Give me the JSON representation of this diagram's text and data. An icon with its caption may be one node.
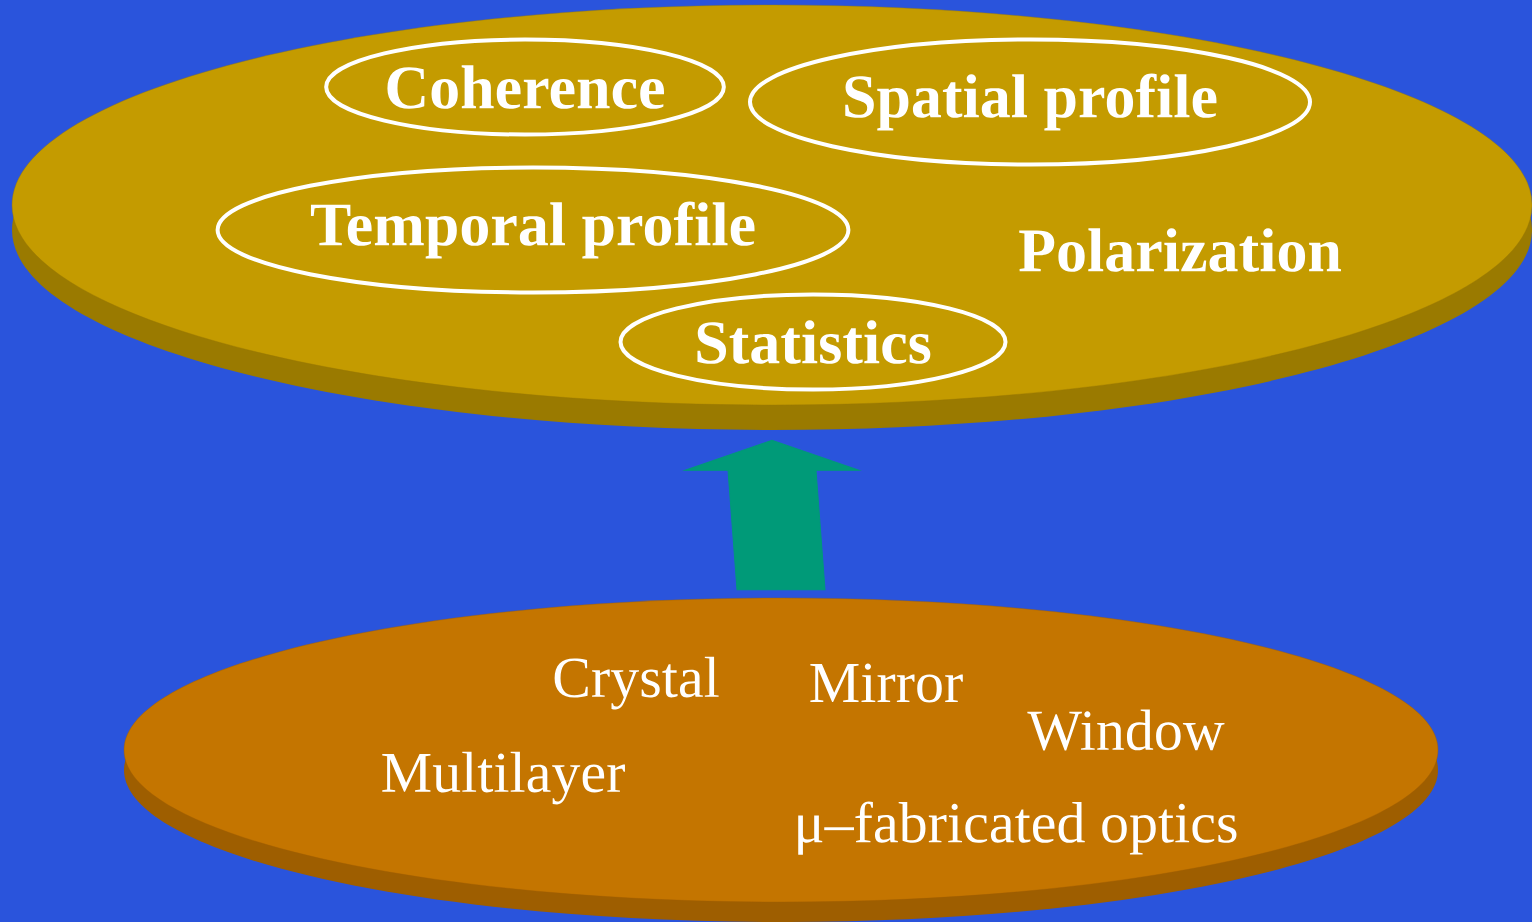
{
  "diagram": {
    "nodes": [
      {
        "text": [
          "Polarization"
        ]
      },
      {
        "text": [
          "Coherence"
        ],
        "in": 0
      },
      {
        "text": [
          "Spatial profile"
        ],
        "in": 0
      },
      {
        "text": [
          "Temporal profile"
        ],
        "in": 0
      },
      {
        "text": [
          "Statistics"
        ],
        "in": 0
      },
      {
        "text": [
          "Crystal",
          "Mirror",
          "Window",
          "Multilayer",
          "μ–fabricated optics"
        ]
      }
    ],
    "edges": [
      {
        "from": 5,
        "to": 0,
        "arrow": "to",
        "style": "thick",
        "color": "#009a78"
      }
    ]
  }
}
